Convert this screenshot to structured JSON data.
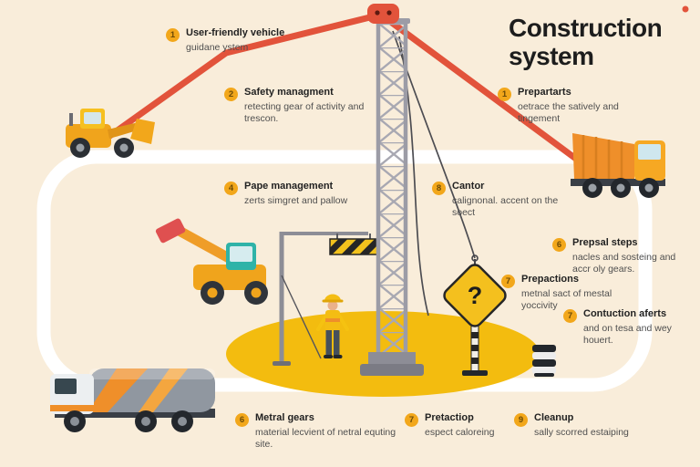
{
  "title": {
    "line1": "Construction",
    "line2": "system"
  },
  "sign": {
    "question_mark": "?"
  },
  "notes": [
    {
      "num": "1",
      "title": "User-friendly vehicle",
      "desc": "guidane ystem"
    },
    {
      "num": "2",
      "title": "Safety managment",
      "desc": "retecting gear of activity and trescon."
    },
    {
      "num": "1",
      "title": "Prepartarts",
      "desc": "oetrace the satively and tingement"
    },
    {
      "num": "4",
      "title": "Pape management",
      "desc": "zerts simgret and pallow"
    },
    {
      "num": "8",
      "title": "Cantor",
      "desc": "calignonal. accent on the soect"
    },
    {
      "num": "6",
      "title": "Prepsal steps",
      "desc": "nacles and sosteing and accr oly gears."
    },
    {
      "num": "7",
      "title": "Prepactions",
      "desc": "metnal sact of mestal yoccivity"
    },
    {
      "num": "7",
      "title": "Contuction aferts",
      "desc": "and on tesa and wey houert."
    },
    {
      "num": "6",
      "title": "Metral gears",
      "desc": "material lecvient of netral equting site."
    },
    {
      "num": "7",
      "title": "Pretactiop",
      "desc": "espect caloreing"
    },
    {
      "num": "9",
      "title": "Cleanup",
      "desc": "sally scorred estaiping"
    }
  ],
  "colors": {
    "background": "#f9edda",
    "route_red": "#e2533b",
    "ground_yellow": "#f3bc0f",
    "road_loop_white": "#ffffff",
    "machine_orange": "#f0a41c",
    "tower_grey": "#a8a8b2",
    "badge_orange": "#f2a71b",
    "text_dark": "#222222"
  },
  "figures": [
    "route-line",
    "road-loop",
    "crane-tower",
    "crane-cables",
    "ground-ellipse",
    "wheel-loader",
    "telehandler",
    "tanker-truck",
    "dump-truck",
    "hazard-gantry",
    "hazard-banner",
    "question-diamond-sign",
    "construction-worker",
    "barrel-stack",
    "route-apex-marker",
    "corner-mark"
  ]
}
